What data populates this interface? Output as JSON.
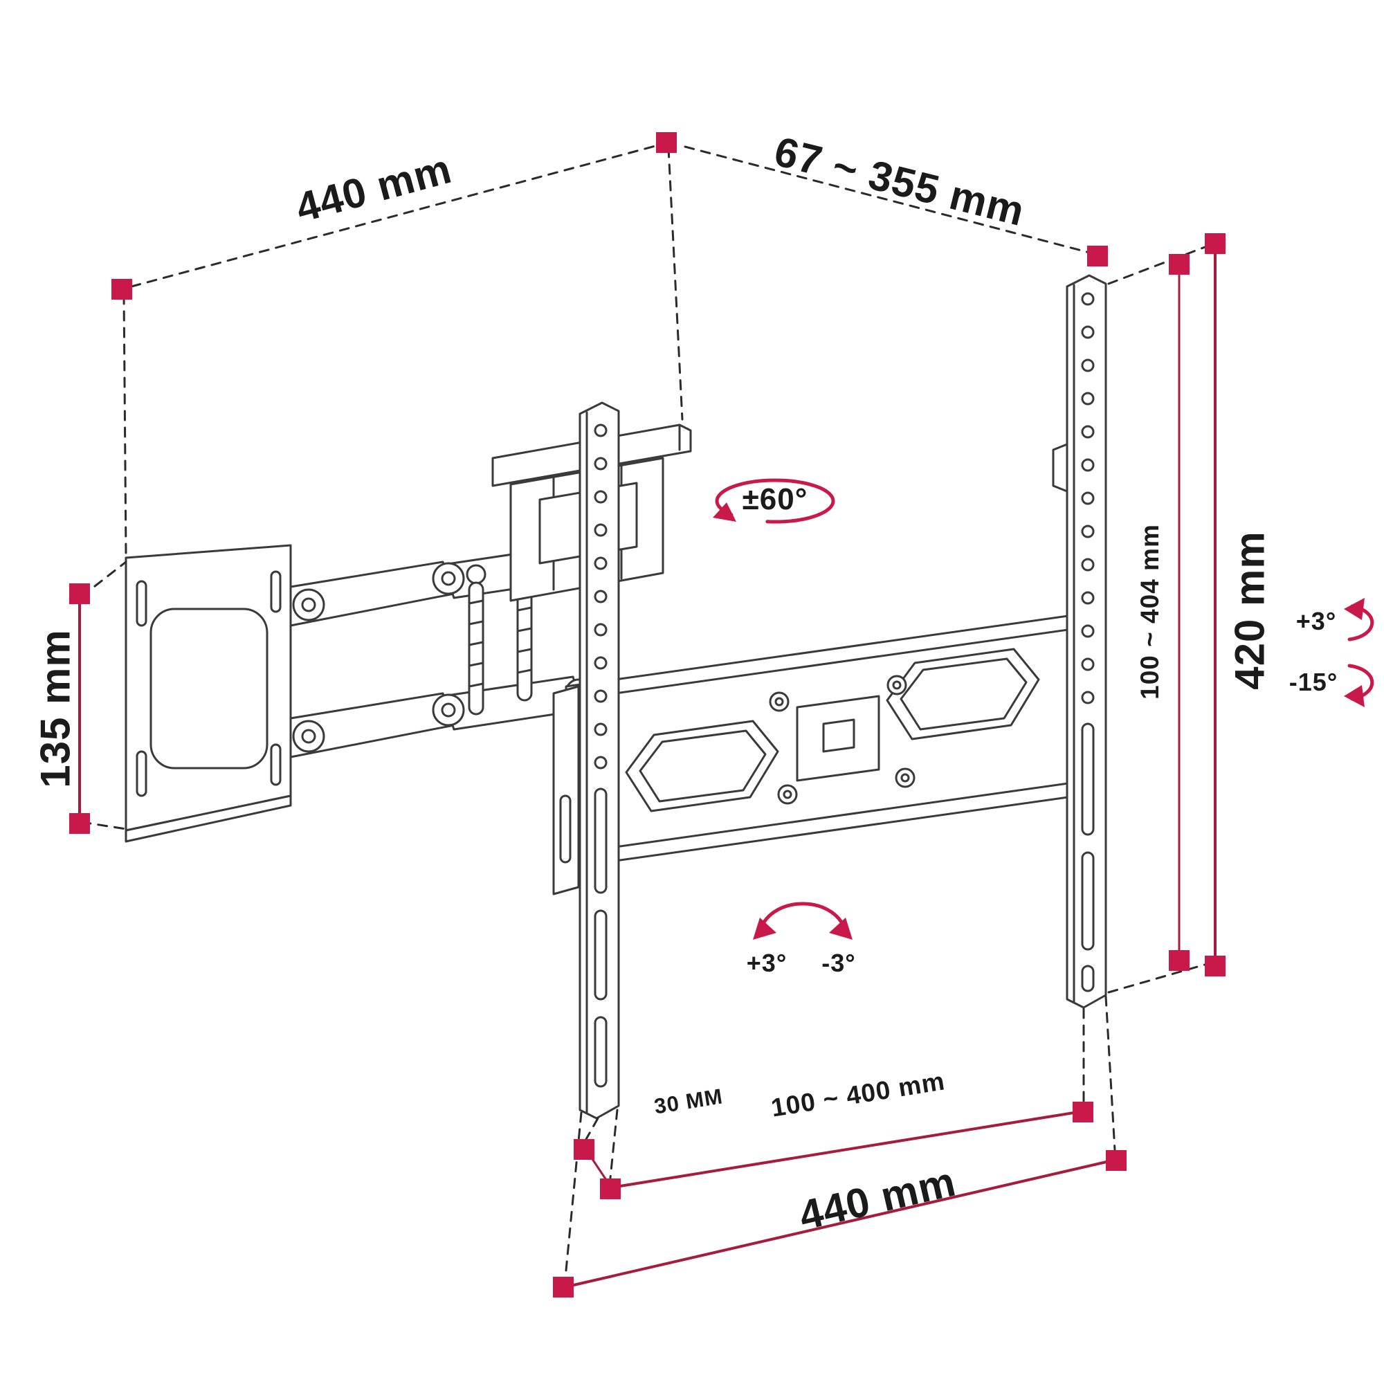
{
  "page": {
    "background": "#ffffff"
  },
  "colors": {
    "accent": "#C9184A",
    "dimension_line": "#A51C3C",
    "drawing_line": "#3a3a3a",
    "text": "#1b1b1b"
  },
  "diagram": {
    "type": "technical-drawing",
    "subject": "Full-motion articulating TV wall mount bracket with dimension annotations",
    "labels": {
      "top_width": "440 mm",
      "extension_range": "67 ~ 355 mm",
      "wall_plate_height": "135 mm",
      "bracket_height": "420 mm",
      "vesa_vertical_range": "100 ~ 404 mm",
      "swivel_range": "±60°",
      "tilt_up": "+3°",
      "tilt_down": "-15°",
      "level_adjust_plus": "+3°",
      "level_adjust_minus": "-3°",
      "rail_offset": "30 MM",
      "vesa_horizontal_range": "100 ~ 400 mm",
      "bottom_width": "440 mm"
    }
  }
}
